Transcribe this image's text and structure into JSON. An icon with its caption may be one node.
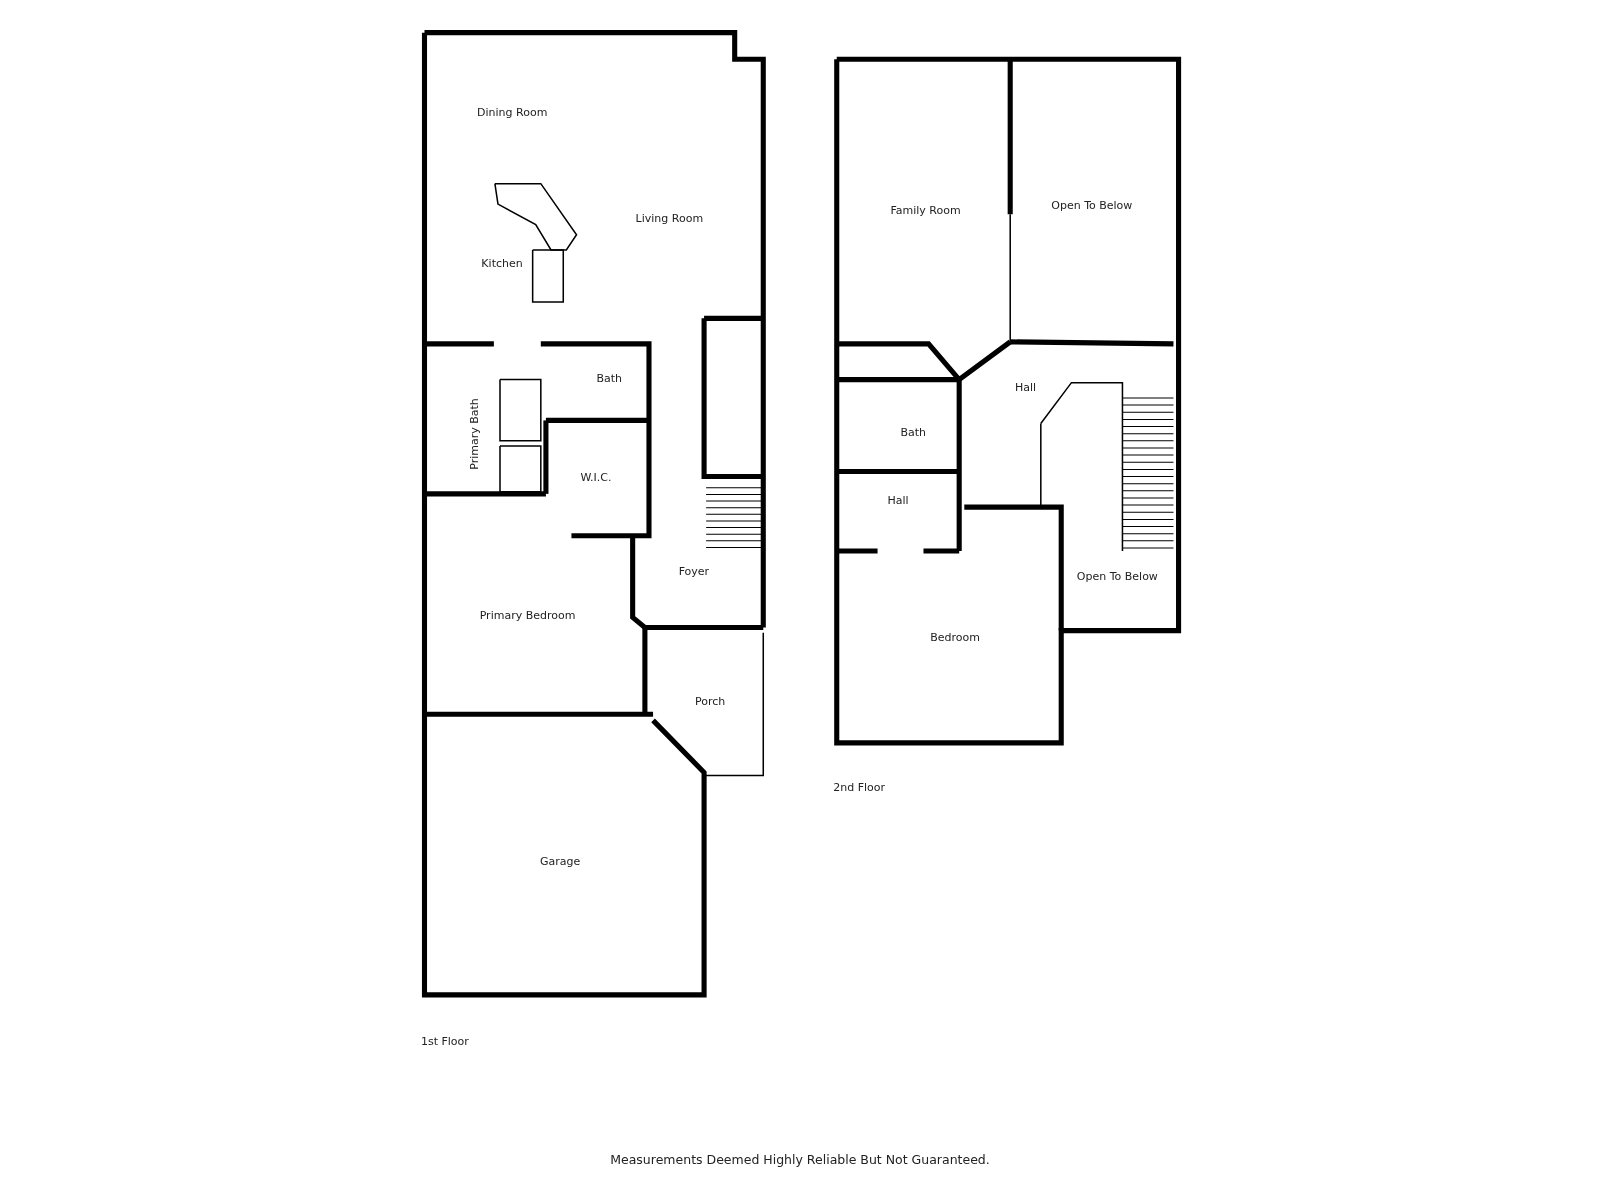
{
  "diagram": {
    "caption": "Measurements Deemed Highly Reliable But Not Guaranteed.",
    "labels": [
      "Dining Room",
      "Family Room",
      "Open To Below",
      "Living Room",
      "Kitchen",
      "Bath",
      "Hall",
      "Primary Bath",
      "Bath",
      "W.I.C.",
      "Hall",
      "Foyer",
      "Open To Below",
      "Primary Bedroom",
      "Bedroom",
      "Porch",
      "2nd Floor",
      "Garage",
      "1st Floor"
    ]
  }
}
